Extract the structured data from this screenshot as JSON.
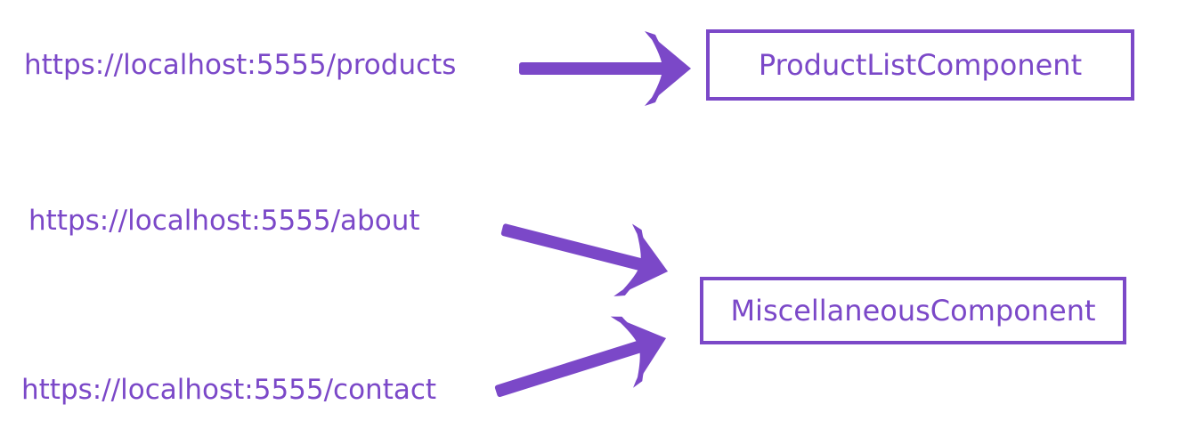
{
  "routes": [
    {
      "url": "https://localhost:5555/products"
    },
    {
      "url": "https://localhost:5555/about"
    },
    {
      "url": "https://localhost:5555/contact"
    }
  ],
  "components": [
    {
      "name": "ProductListComponent"
    },
    {
      "name": "MiscellaneousComponent"
    }
  ],
  "colors": {
    "accent": "#7b48c8"
  }
}
